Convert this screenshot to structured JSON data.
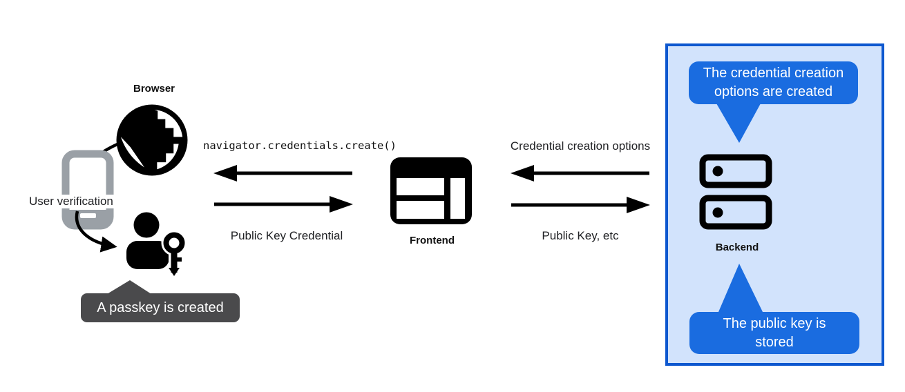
{
  "colors": {
    "panel_fill": "#d2e3fc",
    "panel_border": "#0d57cf",
    "bubble_blue": "#1a6ce0",
    "bubble_dark": "#4a4a4c",
    "phone_gray": "#9aa0a6",
    "ink": "#000000"
  },
  "browser_group": {
    "title": "Browser",
    "verification_label": "User verification",
    "passkey_bubble_text": "A passkey is created"
  },
  "frontend_group": {
    "title": "Frontend",
    "call_label": "navigator.credentials.create()",
    "return_label": "Public Key Credential"
  },
  "backend_group": {
    "title": "Backend",
    "request_label": "Credential creation options",
    "response_label": "Public Key, etc",
    "top_bubble_lines": [
      "The credential creation",
      "options are created"
    ],
    "bottom_bubble_lines": [
      "The public key is",
      "stored"
    ]
  }
}
